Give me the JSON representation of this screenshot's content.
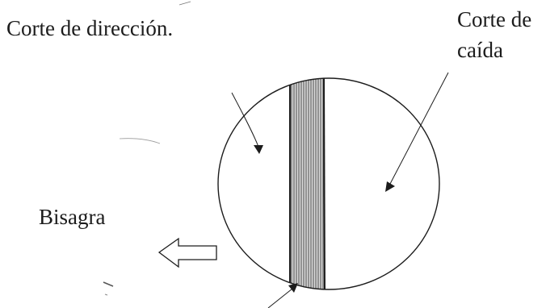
{
  "labels": {
    "direction_cut": "Corte de dirección.",
    "fall_cut_line1": "Corte de",
    "fall_cut_line2": "caída",
    "hinge": "Bisagra"
  },
  "colors": {
    "ink": "#1c1c1c",
    "hinge_hatch": "#4a4a4a",
    "background": "#ffffff"
  },
  "icons": {
    "hinge_arrow": "hollow-left-arrow-icon"
  }
}
